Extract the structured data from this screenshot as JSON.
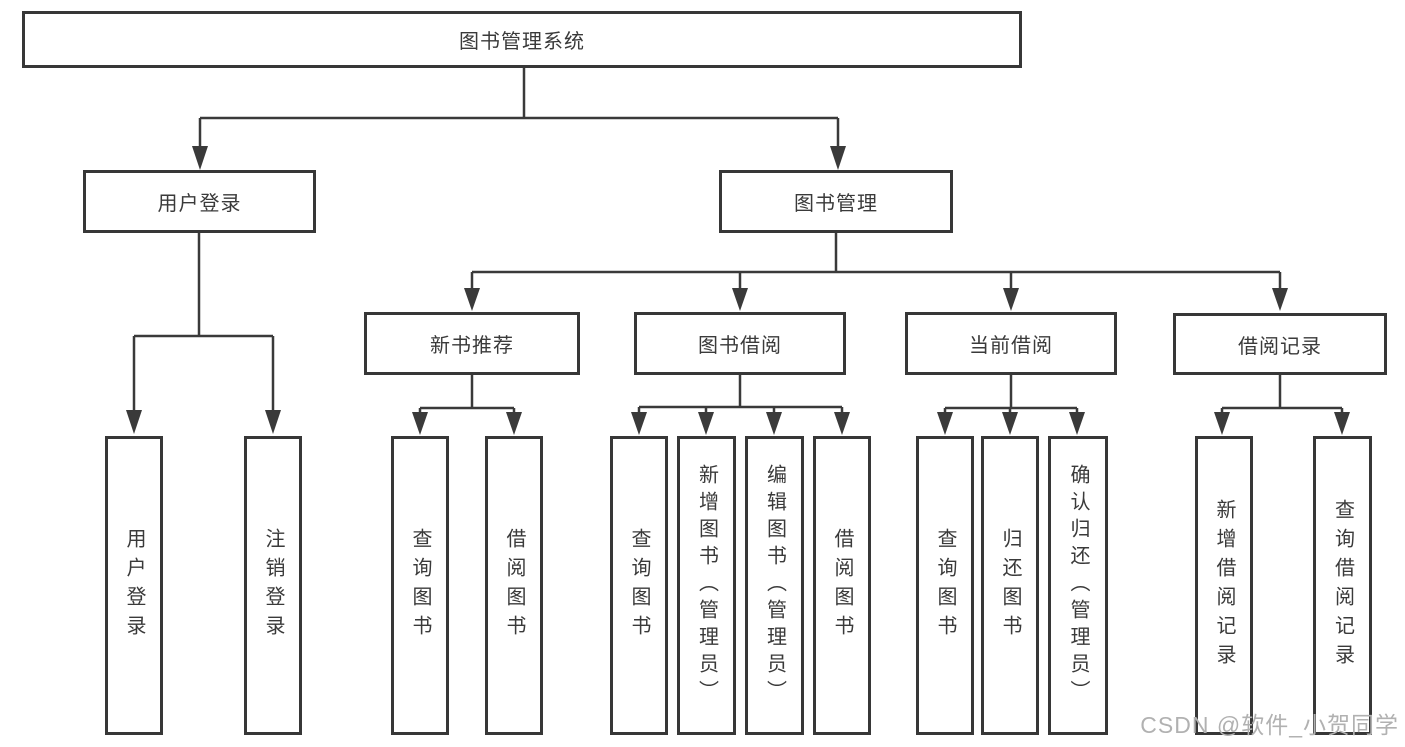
{
  "diagram": {
    "root": {
      "label": "图书管理系统"
    },
    "branches": [
      {
        "label": "用户登录",
        "children": [
          {
            "label": "用户登录"
          },
          {
            "label": "注销登录"
          }
        ]
      },
      {
        "label": "图书管理",
        "children": [
          {
            "label": "新书推荐",
            "children": [
              {
                "label": "查询图书"
              },
              {
                "label": "借阅图书"
              }
            ]
          },
          {
            "label": "图书借阅",
            "children": [
              {
                "label": "查询图书"
              },
              {
                "label": "新增图书（管理员）"
              },
              {
                "label": "编辑图书（管理员）"
              },
              {
                "label": "借阅图书"
              }
            ]
          },
          {
            "label": "当前借阅",
            "children": [
              {
                "label": "查询图书"
              },
              {
                "label": "归还图书"
              },
              {
                "label": "确认归还（管理员）"
              }
            ]
          },
          {
            "label": "借阅记录",
            "children": [
              {
                "label": "新增借阅记录"
              },
              {
                "label": "查询借阅记录"
              }
            ]
          }
        ]
      }
    ]
  },
  "watermark": {
    "text": "CSDN @软件_小贺同学"
  },
  "colors": {
    "line": "#3a3a3a",
    "border": "#373737",
    "text": "#3a3a3a",
    "watermark_text": "#b1b1b1",
    "background": "#ffffff"
  }
}
